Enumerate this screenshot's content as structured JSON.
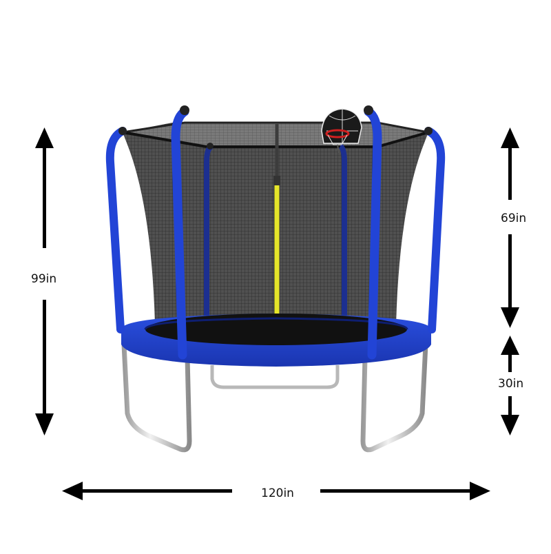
{
  "product": {
    "type": "trampoline with safety enclosure net, basketball hoop and ladder",
    "colors": {
      "pad": "#1f3fc8",
      "pad_dark": "#15309a",
      "poles": "#2244d6",
      "net": "#3a3a3a",
      "mat": "#111111",
      "steel": "#c8c8c8",
      "zipper": "#e6e62a",
      "hoop_rim": "#d02020",
      "background": "#ffffff",
      "arrow": "#000000"
    }
  },
  "dimensions": {
    "total_height": "99in",
    "enclosure_height": "69in",
    "frame_height": "30in",
    "diameter": "120in"
  }
}
